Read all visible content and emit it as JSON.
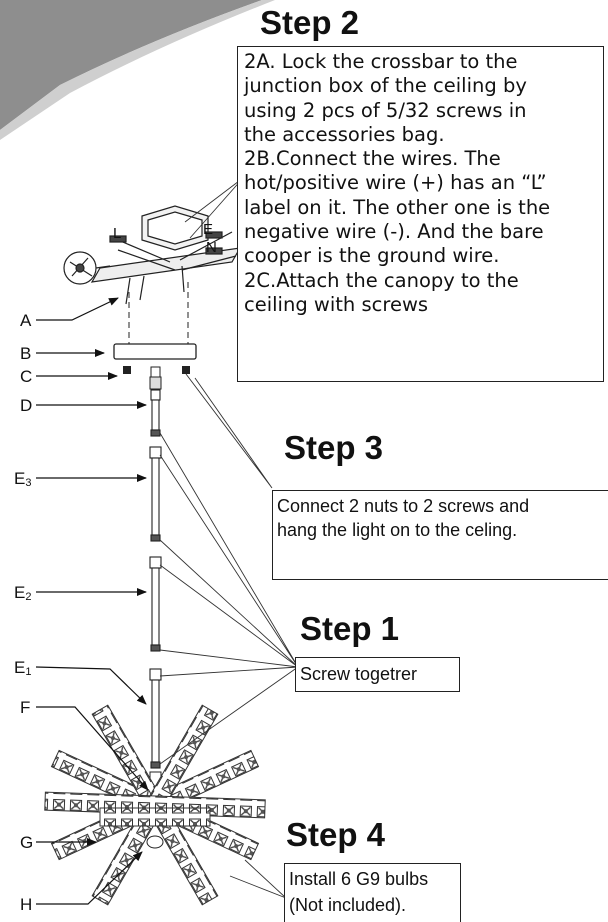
{
  "steps": {
    "step1": {
      "title": "Step 1",
      "lines": [
        "Screw togetrer"
      ]
    },
    "step2": {
      "title": "Step 2",
      "lines": [
        "2A. Lock the crossbar to the",
        "junction box of the ceiling by",
        "using 2 pcs of 5/32 screws in",
        "the accessories bag.",
        "2B.Connect the wires. The",
        "hot/positive wire (+) has an “L”",
        "label on it. The other one is the",
        "negative wire (-). And the bare",
        "cooper is the ground wire.",
        "2C.Attach the canopy to the",
        "ceiling with screws"
      ]
    },
    "step3": {
      "title": "Step 3",
      "lines": [
        "Connect 2 nuts to 2 screws and",
        "hang the light on to the celing."
      ]
    },
    "step4": {
      "title": "Step 4",
      "lines": [
        "Install 6 G9 bulbs",
        "(Not included)."
      ]
    }
  },
  "parts": {
    "A": "A",
    "B": "B",
    "C": "C",
    "D": "D",
    "E3": {
      "letter": "E",
      "sub": "3"
    },
    "E2": {
      "letter": "E",
      "sub": "2"
    },
    "E1": {
      "letter": "E",
      "sub": "1"
    },
    "F": "F",
    "G": "G",
    "H": "H"
  },
  "wire_labels": {
    "L": "L",
    "E": "E",
    "N": "N"
  },
  "colors": {
    "banner": "#8e8e8e",
    "line": "#222222"
  }
}
